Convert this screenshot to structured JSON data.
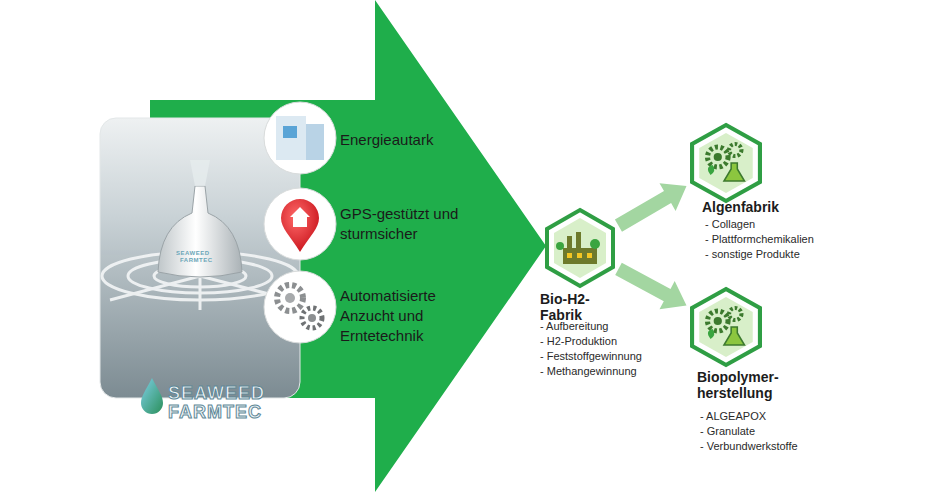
{
  "diagram": {
    "nodes": [
      {
        "text": [
          "Bio-H2-Fabrik",
          "- Aufbereitung",
          "- H2-Produktion",
          "- Feststoffgewinnung",
          "- Methangewinnung"
        ]
      },
      {
        "text": [
          "Algenfabrik",
          "- Collagen",
          "- Plattformchemikalien",
          "- sonstige Produkte"
        ]
      },
      {
        "text": [
          "Biopolymer- herstellung",
          "- ALGEAPOX",
          "- Granulate",
          "- Verbundwerkstoffe"
        ]
      }
    ],
    "edges": [
      {
        "from": 0,
        "to": 1,
        "arrow": "to"
      },
      {
        "from": 0,
        "to": 2,
        "arrow": "to"
      }
    ],
    "labels": [
      "SEAWEED",
      "FARMTEC",
      "Energieautark",
      "GPS-gestützt und sturmsicher",
      "Automatisierte Anzucht und Erntetechnik",
      "SEAWEED",
      "FARMTEC"
    ]
  }
}
